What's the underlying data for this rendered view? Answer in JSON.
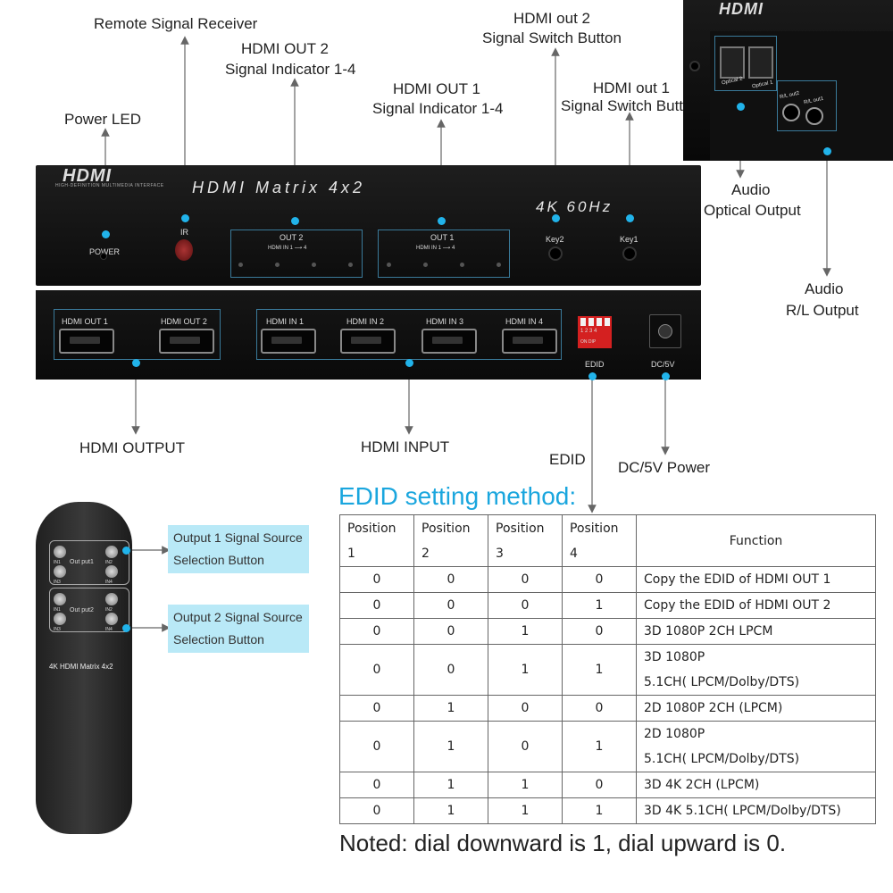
{
  "callouts": {
    "remote_signal_receiver": "Remote Signal Receiver",
    "hdmi_out2_indicator_l1": "HDMI OUT 2",
    "hdmi_out2_indicator_l2": "Signal Indicator 1-4",
    "hdmi_out1_indicator_l1": "HDMI OUT 1",
    "hdmi_out1_indicator_l2": "Signal Indicator 1-4",
    "hdmi_out2_switch_l1": "HDMI out 2",
    "hdmi_out2_switch_l2": "Signal Switch Button",
    "hdmi_out1_switch_l1": "HDMI out 1",
    "hdmi_out1_switch_l2": "Signal Switch Button",
    "power_led": "Power LED",
    "audio_optical_l1": "Audio",
    "audio_optical_l2": "Optical Output",
    "audio_rl_l1": "Audio",
    "audio_rl_l2": "R/L Output",
    "hdmi_output": "HDMI OUTPUT",
    "hdmi_input": "HDMI INPUT",
    "edid": "EDID",
    "dc_power": "DC/5V Power"
  },
  "device": {
    "logo": "HDMI",
    "logo_sub": "HIGH-DEFINITION MULTIMEDIA INTERFACE",
    "title": "HDMI Matrix 4x2",
    "spec": "4K 60Hz",
    "power": "POWER",
    "ir": "IR",
    "out2": "OUT 2",
    "out1": "OUT 1",
    "hdmi_in_arrow": "HDMI IN 1 ⟶ 4",
    "key2": "Key2",
    "key1": "Key1",
    "ports_out": [
      "HDMI OUT 1",
      "HDMI OUT 2"
    ],
    "ports_in": [
      "HDMI IN 1",
      "HDMI IN 2",
      "HDMI IN 3",
      "HDMI IN 4"
    ],
    "dip_numbers": "1 2 3 4",
    "dip_label": "ON  DIP",
    "edid": "EDID",
    "dc": "DC/5V"
  },
  "back": {
    "optical2": "Optical 2",
    "optical1": "Optical 1",
    "rl_out2": "R/L out2",
    "rl_out1": "R/L out1"
  },
  "remote": {
    "out1": "Out put1",
    "out2": "Out put2",
    "btn_labels": [
      "IN1",
      "IN2",
      "IN3",
      "IN4"
    ],
    "title": "4K HDMI Matrix 4x2",
    "box1_l1": "Output  1 Signal Source",
    "box1_l2": "Selection Button",
    "box2_l1": "Output  2 Signal Source",
    "box2_l2": "Selection Button"
  },
  "edid_table": {
    "title": "EDID setting method:",
    "headers": [
      [
        "Position",
        "1"
      ],
      [
        "Position",
        "2"
      ],
      [
        "Position",
        "3"
      ],
      [
        "Position",
        "4"
      ],
      [
        "Function"
      ]
    ],
    "rows": [
      {
        "p": [
          "0",
          "0",
          "0",
          "0"
        ],
        "fn": [
          "Copy the EDID of HDMI OUT 1"
        ]
      },
      {
        "p": [
          "0",
          "0",
          "0",
          "1"
        ],
        "fn": [
          "Copy the EDID of HDMI OUT 2"
        ]
      },
      {
        "p": [
          "0",
          "0",
          "1",
          "0"
        ],
        "fn": [
          "3D 1080P 2CH LPCM"
        ]
      },
      {
        "p": [
          "0",
          "0",
          "1",
          "1"
        ],
        "fn": [
          "3D 1080P",
          "5.1CH( LPCM/Dolby/DTS)"
        ]
      },
      {
        "p": [
          "0",
          "1",
          "0",
          "0"
        ],
        "fn": [
          "2D 1080P 2CH (LPCM)"
        ]
      },
      {
        "p": [
          "0",
          "1",
          "0",
          "1"
        ],
        "fn": [
          "2D 1080P",
          "5.1CH( LPCM/Dolby/DTS)"
        ]
      },
      {
        "p": [
          "0",
          "1",
          "1",
          "0"
        ],
        "fn": [
          "3D 4K 2CH (LPCM)"
        ]
      },
      {
        "p": [
          "0",
          "1",
          "1",
          "1"
        ],
        "fn": [
          "3D 4K 5.1CH( LPCM/Dolby/DTS)"
        ]
      }
    ],
    "note": "Noted: dial downward is 1, dial upward is 0."
  },
  "colors": {
    "accent_cyan": "#21b3ea",
    "callout_box": "#b9e9f7",
    "title_blue": "#1aa6de"
  }
}
